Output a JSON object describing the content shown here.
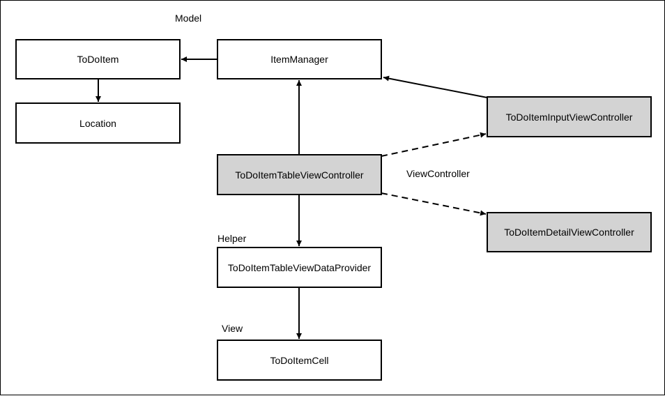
{
  "labels": {
    "model": "Model",
    "viewcontroller": "ViewController",
    "helper": "Helper",
    "view": "View"
  },
  "nodes": {
    "todoitem": "ToDoItem",
    "location": "Location",
    "itemmanager": "ItemManager",
    "table_vc": "ToDoItemTableViewController",
    "input_vc": "ToDoItemInputViewController",
    "detail_vc": "ToDoItemDetailViewController",
    "data_provider": "ToDoItemTableViewDataProvider",
    "cell": "ToDoItemCell"
  },
  "edges": [
    {
      "from": "itemmanager",
      "to": "todoitem",
      "style": "solid"
    },
    {
      "from": "todoitem",
      "to": "location",
      "style": "solid"
    },
    {
      "from": "table_vc",
      "to": "itemmanager",
      "style": "solid"
    },
    {
      "from": "input_vc",
      "to": "itemmanager",
      "style": "solid"
    },
    {
      "from": "table_vc",
      "to": "input_vc",
      "style": "dashed"
    },
    {
      "from": "table_vc",
      "to": "detail_vc",
      "style": "dashed"
    },
    {
      "from": "table_vc",
      "to": "data_provider",
      "style": "solid"
    },
    {
      "from": "data_provider",
      "to": "cell",
      "style": "solid"
    }
  ],
  "colors": {
    "viewcontroller_fill": "#d3d3d3",
    "default_fill": "#ffffff",
    "stroke": "#000000"
  }
}
